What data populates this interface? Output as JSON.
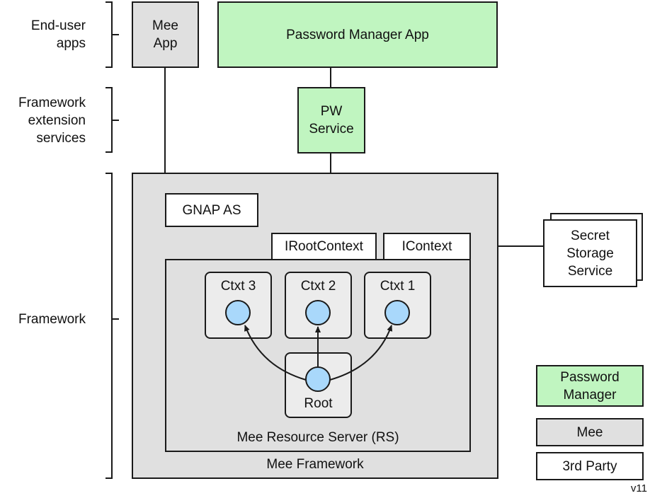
{
  "tiers": {
    "end_user": "End-user\napps",
    "extension": "Framework\nextension\nservices",
    "framework": "Framework"
  },
  "boxes": {
    "mee_app": "Mee\nApp",
    "pw_manager_app": "Password Manager App",
    "pw_service": "PW\nService",
    "gnap_as": "GNAP AS",
    "iroot_context": "IRootContext",
    "icontext": "IContext",
    "secret_storage": "Secret\nStorage\nService",
    "ctxt3": "Ctxt 3",
    "ctxt2": "Ctxt 2",
    "ctxt1": "Ctxt 1",
    "root": "Root",
    "resource_server": "Mee Resource Server (RS)",
    "mee_framework": "Mee Framework"
  },
  "legend": {
    "password_manager": "Password\nManager",
    "mee": "Mee",
    "third_party": "3rd Party"
  },
  "colors": {
    "password_manager": "#c0f5c0",
    "mee": "#e0e0e0",
    "third_party": "#ffffff",
    "node": "#a9d8fb"
  },
  "version": "v11"
}
